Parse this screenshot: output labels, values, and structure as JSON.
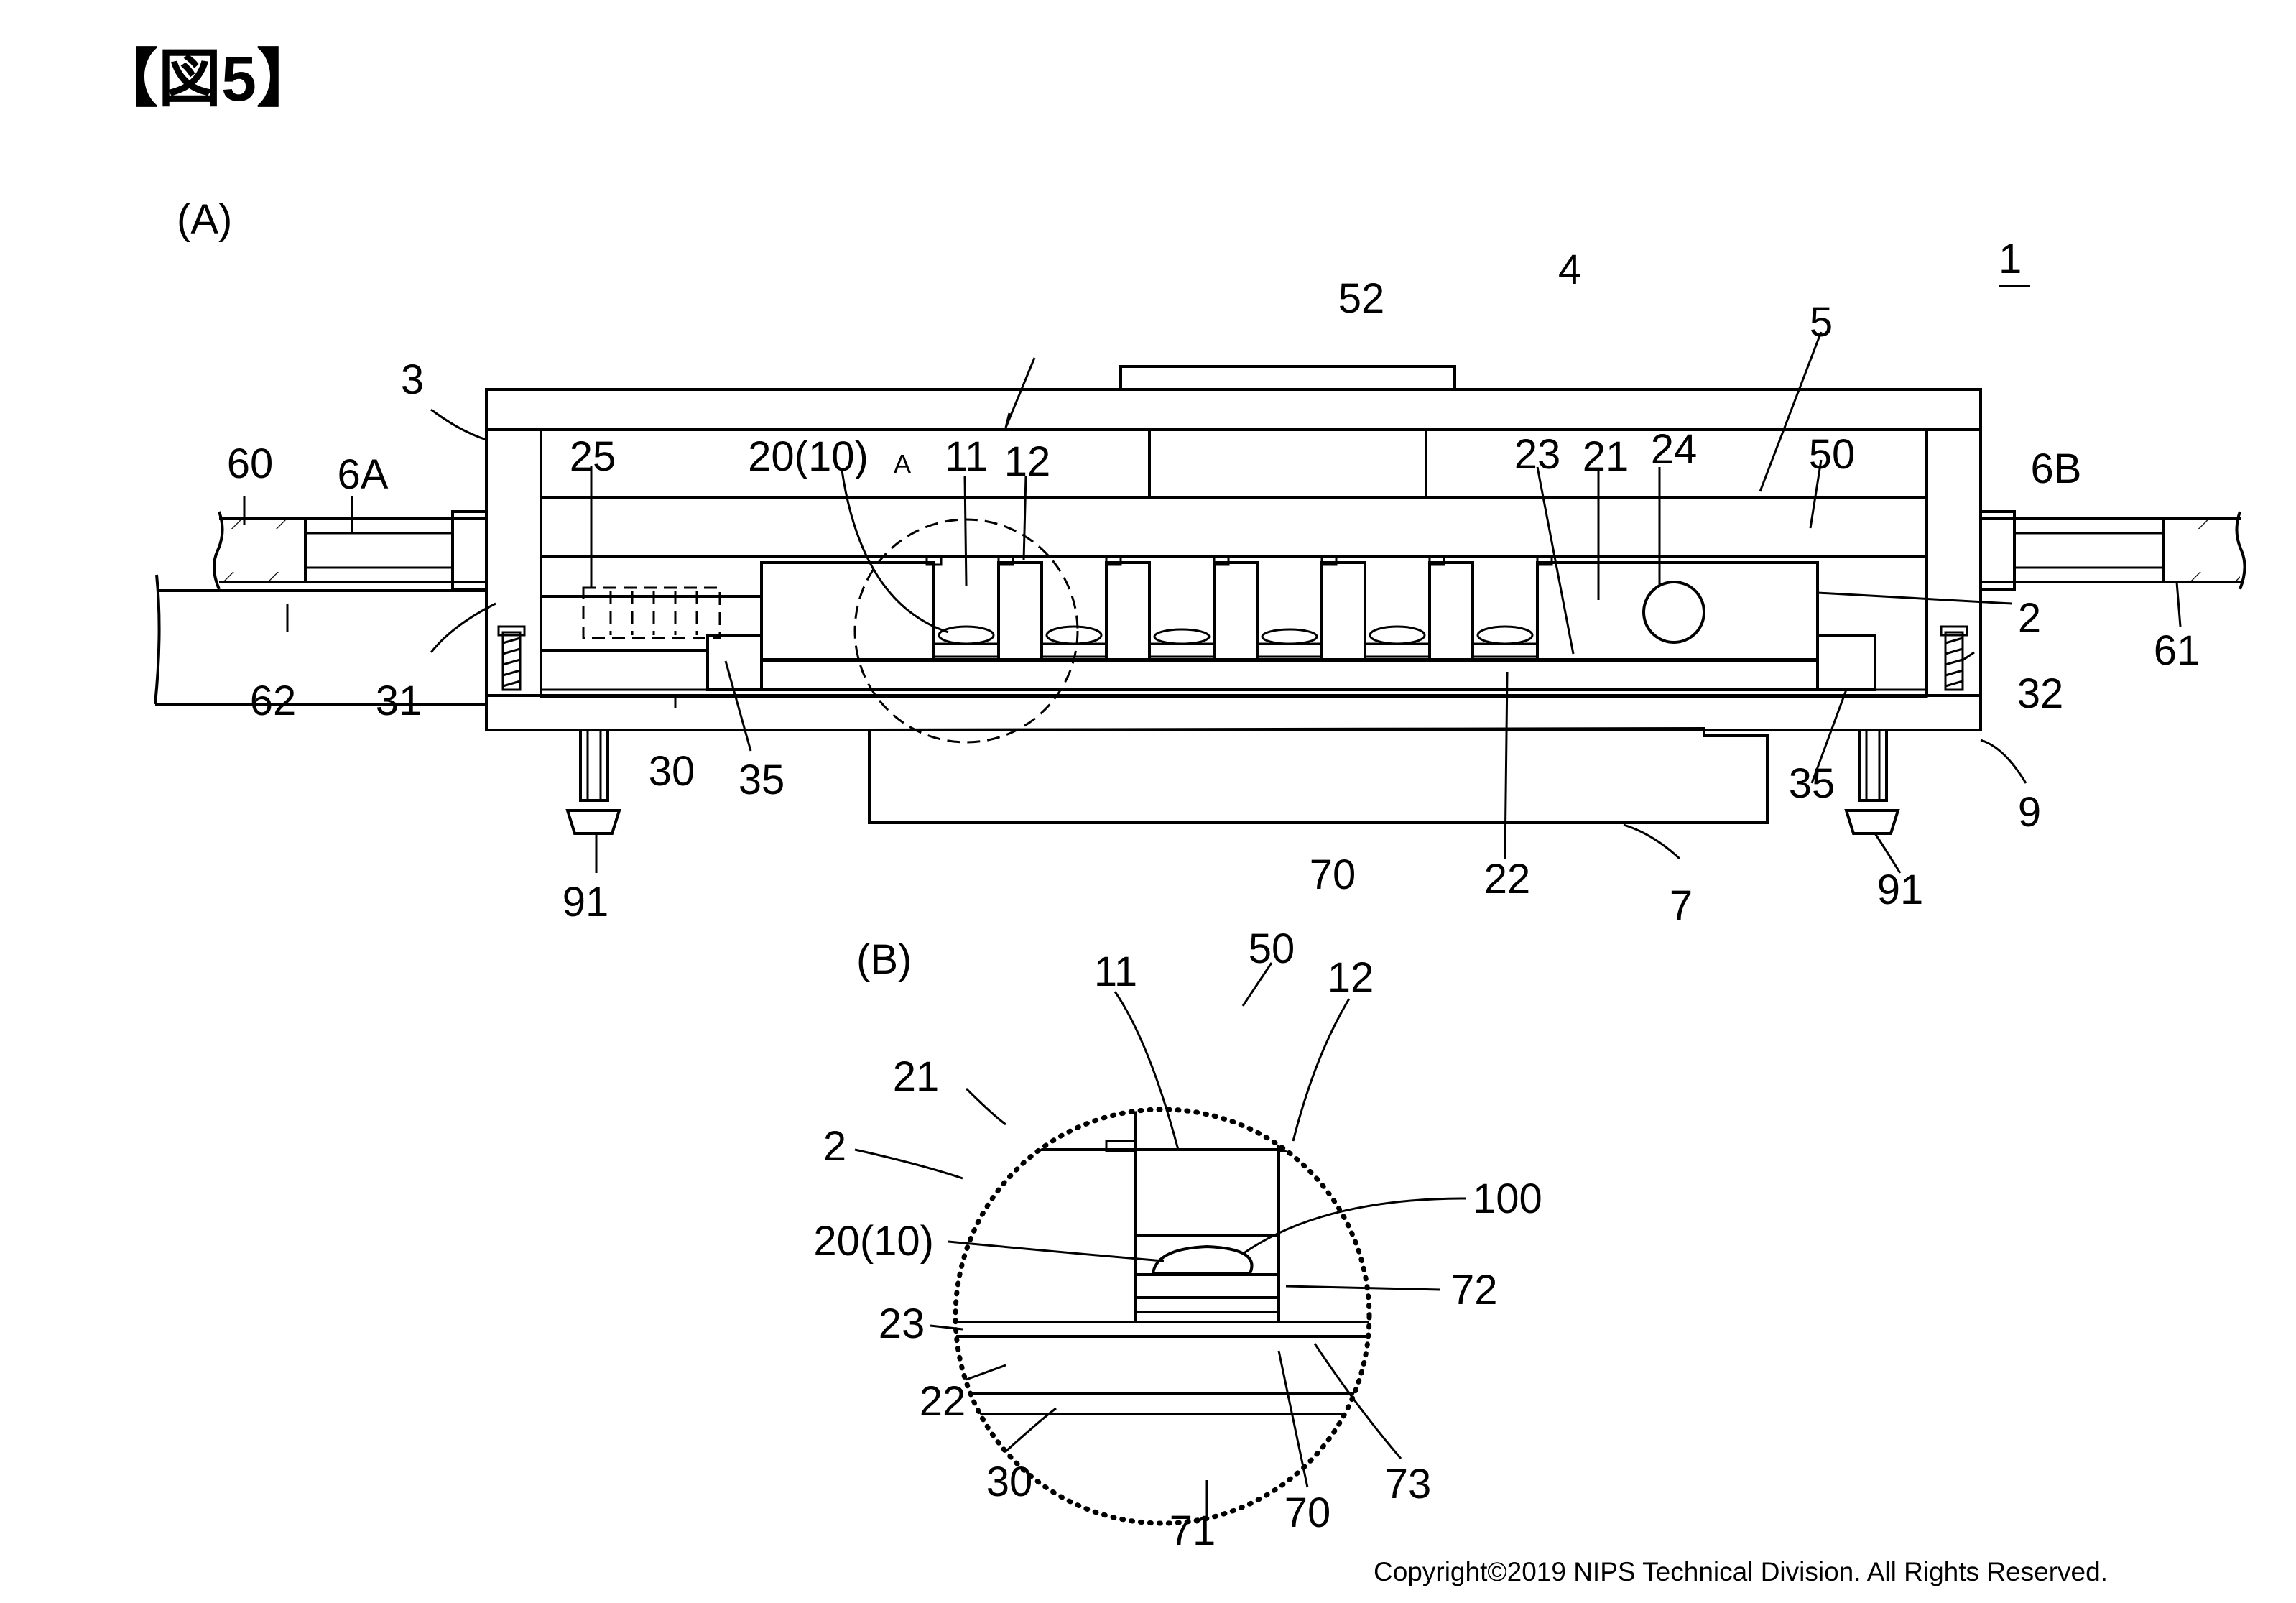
{
  "figure_title": "【図5】",
  "copyright": "Copyright©2019 NIPS Technical Division. All Rights Reserved.",
  "view_a": {
    "caption": "(A)",
    "detail_marker": "A",
    "labels": {
      "ref_1": "1",
      "ref_3": "3",
      "ref_4": "4",
      "ref_5": "5",
      "ref_52": "52",
      "ref_60": "60",
      "ref_6a": "6A",
      "ref_25": "25",
      "ref_20_10": "20(10)",
      "ref_11": "11",
      "ref_12": "12",
      "ref_23": "23",
      "ref_21": "21",
      "ref_24": "24",
      "ref_50": "50",
      "ref_6b": "6B",
      "ref_2": "2",
      "ref_61": "61",
      "ref_32": "32",
      "ref_62": "62",
      "ref_31": "31",
      "ref_30": "30",
      "ref_35_left": "35",
      "ref_35_right": "35",
      "ref_9": "9",
      "ref_70": "70",
      "ref_22": "22",
      "ref_7": "7",
      "ref_91_left": "91",
      "ref_91_right": "91"
    }
  },
  "view_b": {
    "caption": "(B)",
    "labels": {
      "ref_11": "11",
      "ref_50": "50",
      "ref_12": "12",
      "ref_21": "21",
      "ref_2": "2",
      "ref_100": "100",
      "ref_20_10": "20(10)",
      "ref_72": "72",
      "ref_23": "23",
      "ref_22": "22",
      "ref_30": "30",
      "ref_70": "70",
      "ref_73": "73",
      "ref_71": "71"
    }
  }
}
